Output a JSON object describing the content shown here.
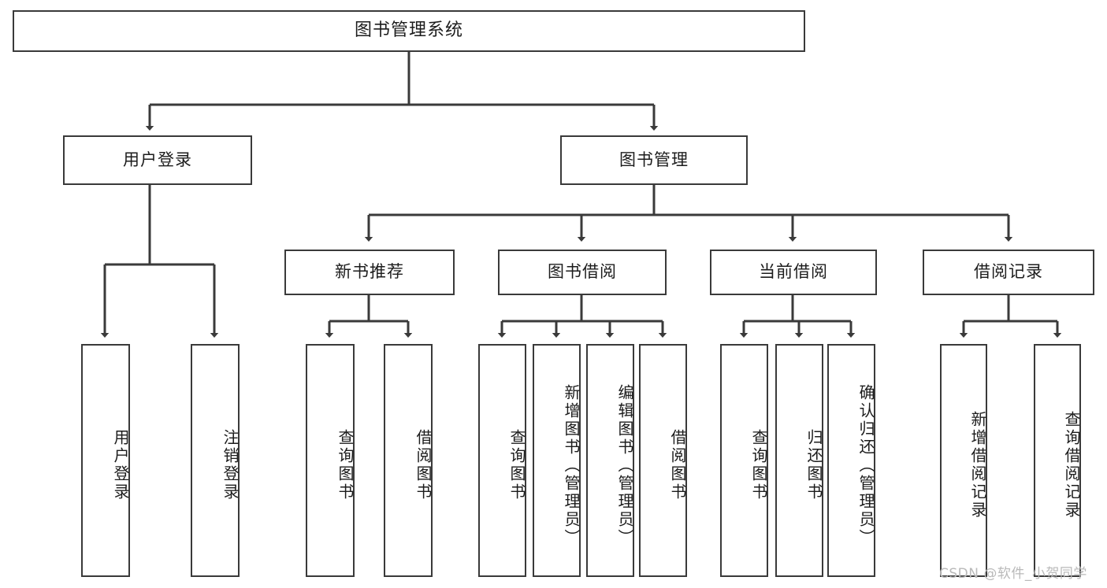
{
  "diagram": {
    "title": "图书管理系统",
    "watermark": "CSDN @软件_小贺同学",
    "colors": {
      "stroke": "#3a3a3a",
      "text": "#1c1c1c",
      "background": "#ffffff",
      "watermark": "#b9b9b9"
    },
    "levels": {
      "root": {
        "label": "图书管理系统"
      },
      "level2": [
        {
          "id": "user-login",
          "label": "用户登录"
        },
        {
          "id": "book-management",
          "label": "图书管理"
        }
      ],
      "level3": [
        {
          "id": "new-book-recommend",
          "label": "新书推荐"
        },
        {
          "id": "book-borrow",
          "label": "图书借阅"
        },
        {
          "id": "current-borrow",
          "label": "当前借阅"
        },
        {
          "id": "borrow-record",
          "label": "借阅记录"
        }
      ],
      "leaves": {
        "user-login": [
          {
            "id": "leaf-user-login",
            "label": "用户登录"
          },
          {
            "id": "leaf-logout-login",
            "label": "注销登录"
          }
        ],
        "new-book-recommend": [
          {
            "id": "leaf-query-book-1",
            "label": "查询图书"
          },
          {
            "id": "leaf-borrow-book-1",
            "label": "借阅图书"
          }
        ],
        "book-borrow": [
          {
            "id": "leaf-query-book-2",
            "label": "查询图书"
          },
          {
            "id": "leaf-add-book",
            "label": "新增图书（管理员）"
          },
          {
            "id": "leaf-edit-book",
            "label": "编辑图书（管理员）"
          },
          {
            "id": "leaf-borrow-book-2",
            "label": "借阅图书"
          }
        ],
        "current-borrow": [
          {
            "id": "leaf-query-book-3",
            "label": "查询图书"
          },
          {
            "id": "leaf-return-book",
            "label": "归还图书"
          },
          {
            "id": "leaf-confirm-return",
            "label": "确认归还（管理员）"
          }
        ],
        "borrow-record": [
          {
            "id": "leaf-add-record",
            "label": "新增借阅记录"
          },
          {
            "id": "leaf-query-record",
            "label": "查询借阅记录"
          }
        ]
      }
    }
  }
}
